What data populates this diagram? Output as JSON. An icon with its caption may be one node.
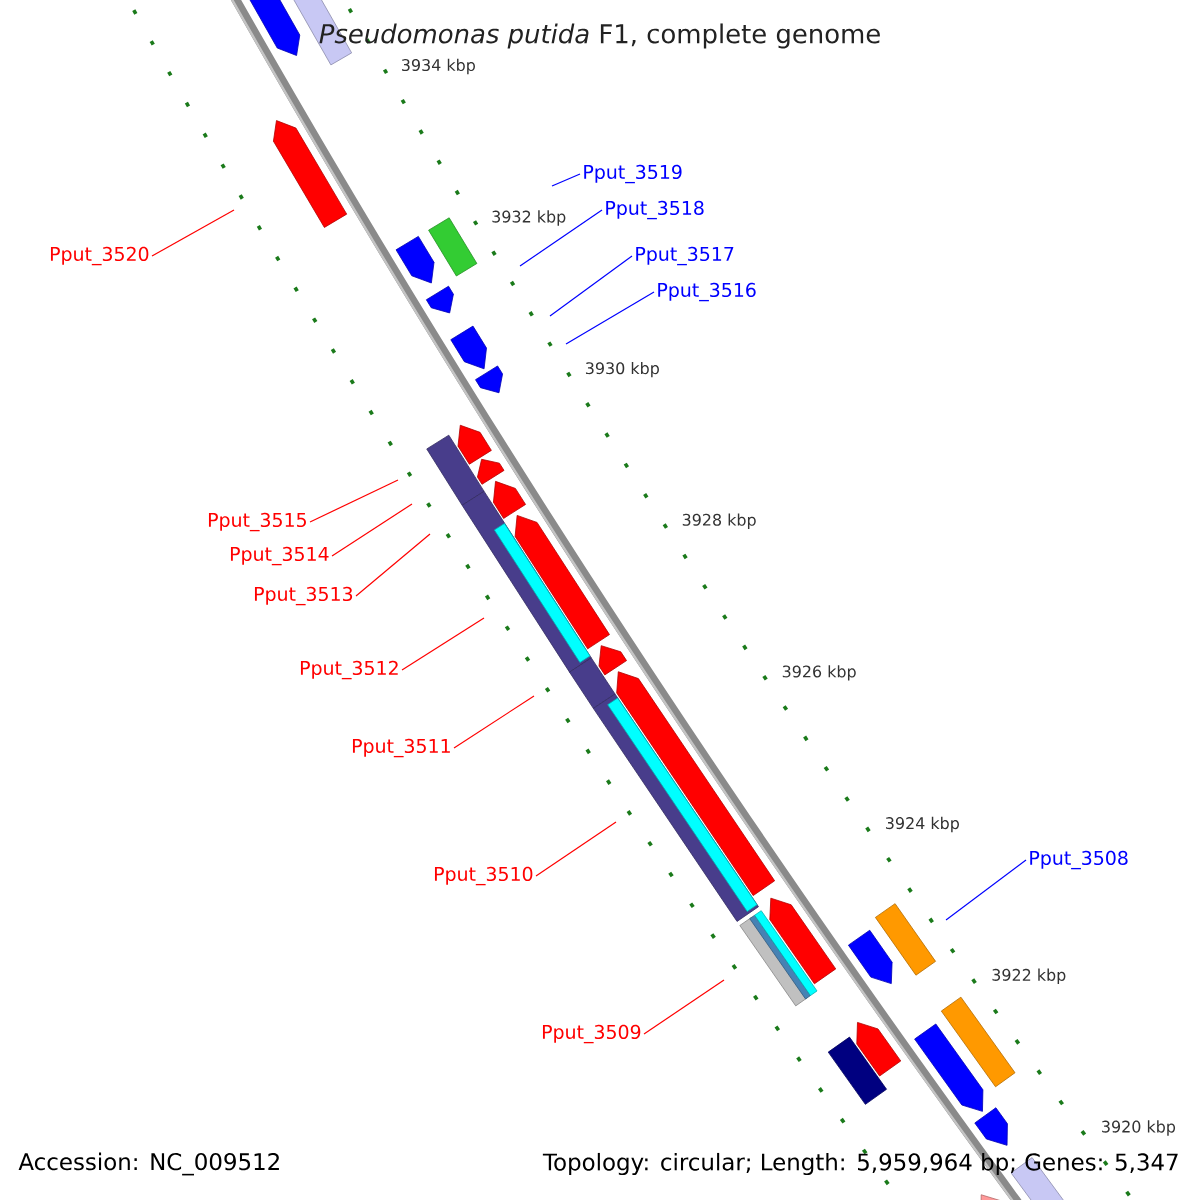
{
  "diagram": {
    "title": "*Pseudomonas putida* F1, complete genome",
    "nodes": [
      {
        "text": [
          "Pput_3519"
        ]
      },
      {
        "text": [
          "Pput_3518"
        ]
      },
      {
        "text": [
          "Pput_3520"
        ]
      },
      {
        "text": [
          "Pput_3517"
        ]
      },
      {
        "text": [
          "Pput_3516"
        ]
      },
      {
        "text": [
          "Pput_3515"
        ]
      },
      {
        "text": [
          "Pput_3514"
        ]
      },
      {
        "text": [
          "Pput_3513"
        ]
      },
      {
        "text": [
          "Pput_3512"
        ]
      },
      {
        "text": [
          "Pput_3511"
        ]
      },
      {
        "text": [
          "Pput_3508"
        ]
      },
      {
        "text": [
          "Pput_3510"
        ]
      },
      {
        "text": [
          "Pput_3509"
        ]
      }
    ],
    "edges": [
      {
        "from": 0,
        "to": null,
        "arrow": "none",
        "color": "#0000ff"
      },
      {
        "from": 1,
        "to": null,
        "arrow": "none",
        "color": "#0000ff"
      },
      {
        "from": 2,
        "to": null,
        "arrow": "none"
      },
      {
        "from": 3,
        "to": null,
        "arrow": "none",
        "color": "#0000ff"
      },
      {
        "from": 4,
        "to": null,
        "arrow": "none",
        "color": "#0000ff"
      },
      {
        "from": 5,
        "to": null,
        "arrow": "none"
      },
      {
        "from": 6,
        "to": null,
        "arrow": "none"
      },
      {
        "from": 7,
        "to": null,
        "arrow": "none"
      },
      {
        "from": 8,
        "to": null,
        "arrow": "none"
      },
      {
        "from": 9,
        "to": null,
        "arrow": "none"
      },
      {
        "from": 10,
        "to": null,
        "arrow": "none",
        "color": "#0000ff"
      },
      {
        "from": 11,
        "to": null,
        "arrow": "none"
      },
      {
        "from": 12,
        "to": null,
        "arrow": "none"
      }
    ],
    "labels": [
      "3934 kbp",
      "3932 kbp",
      "3930 kbp",
      "3928 kbp",
      "3926 kbp",
      "3924 kbp",
      "3922 kbp",
      "3920 kbp",
      "Accession: NC_009512",
      "Topology: circular; Length: 5,959,964 bp; Genes: 5,347"
    ]
  }
}
